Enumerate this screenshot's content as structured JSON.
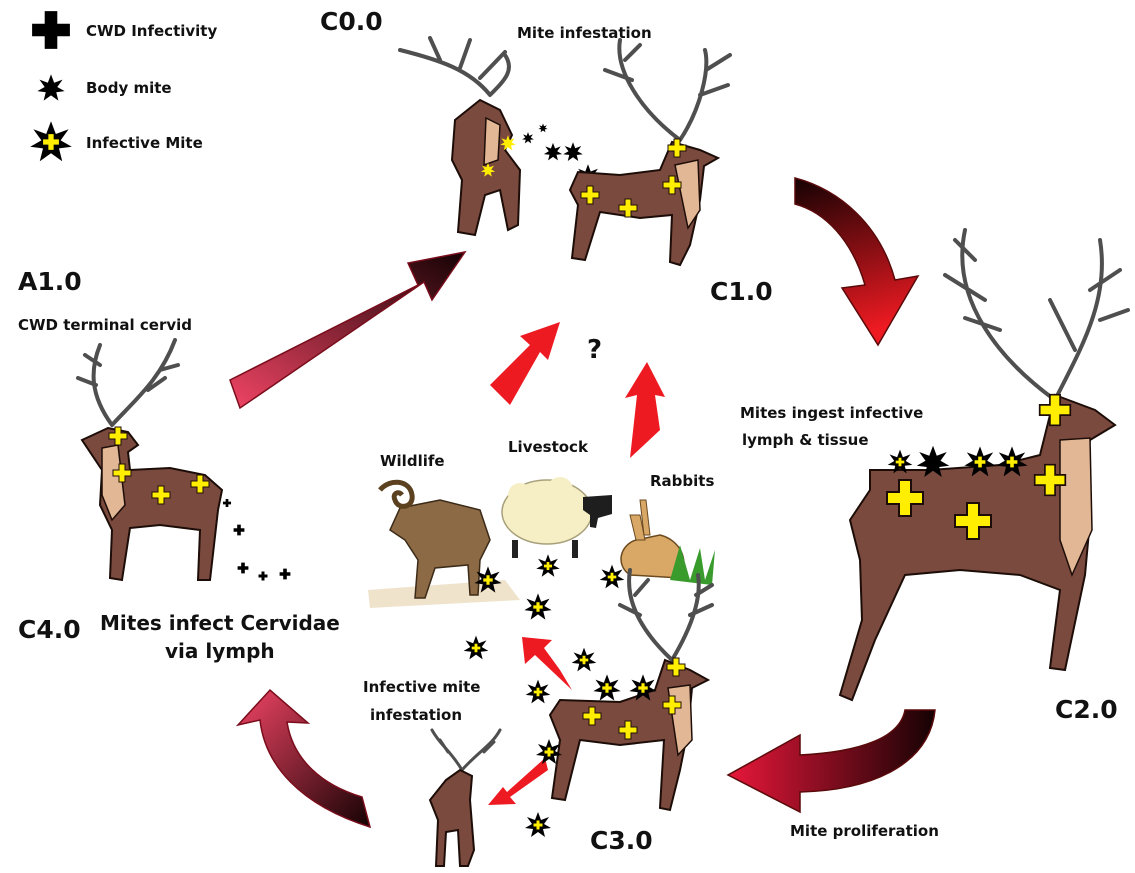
{
  "legend": {
    "infectivity": "CWD Infectivity",
    "body_mite": "Body mite",
    "infective_mite": "Infective Mite"
  },
  "stages": {
    "c0": "C0.0",
    "c1": "C1.0",
    "c2": "C2.0",
    "c3": "C3.0",
    "c4": "C4.0",
    "a1": "A1.0"
  },
  "captions": {
    "mite_infestation": "Mite infestation",
    "cwd_terminal": "CWD terminal cervid",
    "mites_ingest_1": "Mites ingest infective",
    "mites_ingest_2": "lymph & tissue",
    "mites_infect_1": "Mites infect Cervidae",
    "mites_infect_2": "via lymph",
    "infective_infestation_1": "Infective mite",
    "infective_infestation_2": "infestation",
    "mite_proliferation": "Mite proliferation",
    "question": "?",
    "wildlife": "Wildlife",
    "livestock": "Livestock",
    "rabbits": "Rabbits"
  },
  "colors": {
    "arrow_red": "#e8173a",
    "arrow_dark": "#150203",
    "arrow_pink": "#f04464",
    "mite_yellow": "#ffee00",
    "deer_brown": "#7b4a3e",
    "deer_chest": "#e2b796",
    "antler_gray": "#4f4f4f"
  },
  "icons": {
    "infectivity": "black-plus-icon",
    "body_mite": "black-star-icon",
    "infective_mite": "yellow-plus-star-icon"
  }
}
